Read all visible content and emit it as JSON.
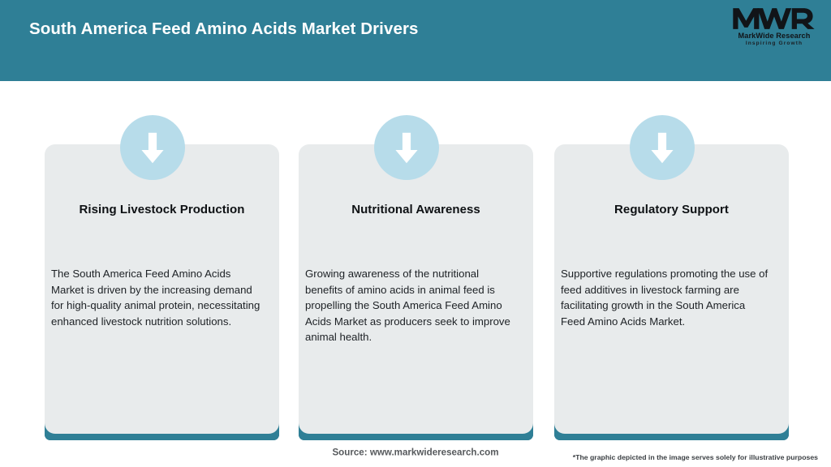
{
  "header": {
    "title": "South America Feed Amino Acids Market Drivers",
    "band_color": "#2F7F96",
    "title_color": "#FFFFFF"
  },
  "logo": {
    "mark": "MWR",
    "name": "MarkWide Research",
    "tagline": "Inspiring Growth"
  },
  "theme": {
    "accent": "#2F7F96",
    "card_bg": "#E8EBEC",
    "icon_circle": "#B7DCEA",
    "icon_arrow": "#FFFFFF",
    "body_text": "#1D2125"
  },
  "cards": [
    {
      "icon": "arrow-down-icon",
      "title": "Rising Livestock Production",
      "body": "The South America Feed Amino Acids Market is driven by the increasing demand for high-quality animal protein, necessitating enhanced livestock nutrition solutions."
    },
    {
      "icon": "arrow-down-icon",
      "title": "Nutritional Awareness",
      "body": "Growing awareness of the nutritional benefits of amino acids in animal feed is propelling the South America Feed Amino Acids Market as producers seek to improve animal health."
    },
    {
      "icon": "arrow-down-icon",
      "title": "Regulatory Support",
      "body": "Supportive regulations promoting the use of feed additives in livestock farming are facilitating growth in the South America Feed Amino Acids Market."
    }
  ],
  "footer": {
    "source": "Source: www.markwideresearch.com",
    "disclaimer": "*The graphic depicted in the image serves solely for illustrative purposes"
  }
}
